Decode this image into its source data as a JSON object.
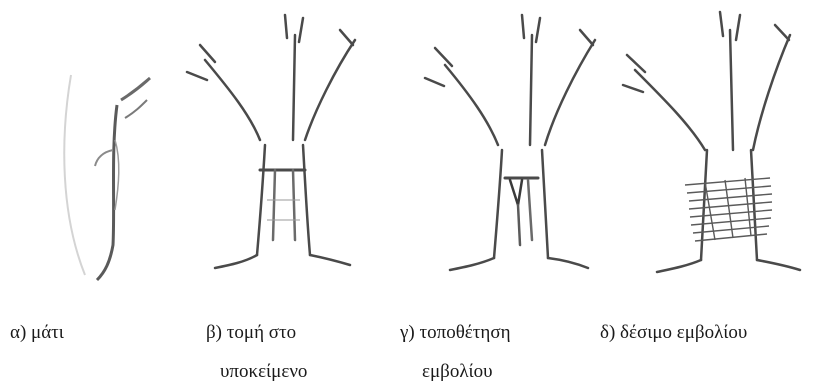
{
  "figure": {
    "panels": [
      {
        "id": "a",
        "caption_line1": "α) μάτι",
        "caption_line2": ""
      },
      {
        "id": "b",
        "caption_line1": "β) τομή στο",
        "caption_line2": "υποκείμενο"
      },
      {
        "id": "c",
        "caption_line1": "γ) τοποθέτηση",
        "caption_line2": "εμβολίου"
      },
      {
        "id": "d",
        "caption_line1": "δ) δέσιμο εμβολίου",
        "caption_line2": ""
      }
    ],
    "colors": {
      "ink": "#4a4a4a",
      "light_ink": "#9a9a9a",
      "hatch": "#6a6a6a"
    }
  }
}
